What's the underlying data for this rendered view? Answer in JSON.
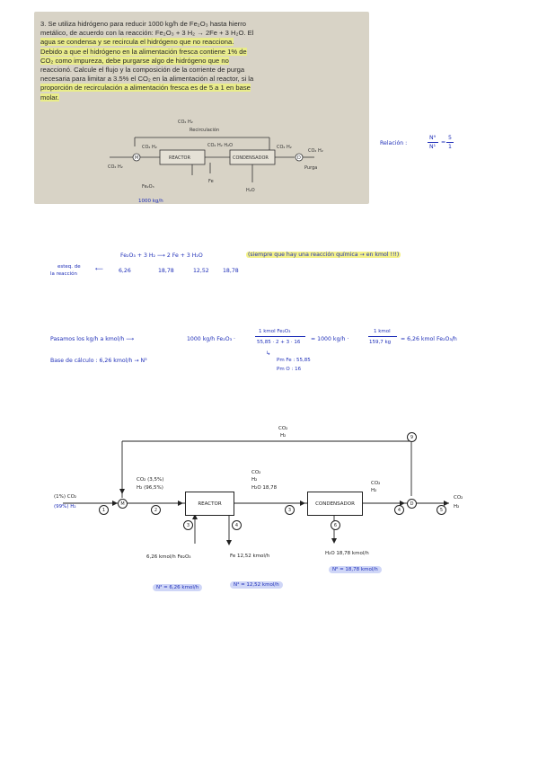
{
  "problem": {
    "number": "3.",
    "lines": [
      "Se utiliza hidrógeno para reducir 1000 kg/h de Fe₂O₃ hasta hierro",
      "metálico, de acuerdo con la reacción: Fe₂O₃ + 3 H₂ → 2Fe + 3 H₂O. El",
      "agua se condensa y se recircula el hidrógeno que no reacciona.",
      "Debido a que el hidrógeno en la alimentación fresca contiene 1% de",
      "CO₂ como impureza, debe purgarse algo de hidrógeno que no",
      "reaccionó. Calcule el flujo y la composición de la corriente de purga",
      "necesaria para limitar a 3.5% el CO₂ en la alimentación al reactor, si la",
      "proporción de recirculación a alimentación fresca es de 5 a 1 en base",
      "molar."
    ],
    "printed_diagram": {
      "recirc_label": "Recirculación",
      "recirc_top": "CO₂ H₂",
      "reactor": "REACTOR",
      "condensador": "CONDENSADOR",
      "feed": "CO₂ H₂",
      "fe2o3": "Fe₂O₃",
      "fe": "Fe",
      "h2o": "H₂O",
      "purga": "Purga",
      "mixer": "M",
      "divider": "D",
      "s2": "CO₂ H₂",
      "s3": "CO₂ H₂ H₂O",
      "s4": "CO₂ H₂",
      "s5": "CO₂ H₂"
    },
    "handwritten_under": "1000 kg/h"
  },
  "relacion": {
    "label": "Relación :",
    "num": "N⁹",
    "den": "N¹",
    "eq": "=",
    "rnum": "5",
    "rden": "1"
  },
  "stoich": {
    "equation": "Fe₂O₃  +  3 H₂  ⟶  2 Fe  +  3 H₂O",
    "note": "(siempre que hay una reacción química → en kmol !!!)",
    "side_label_1": "esteq. de",
    "side_label_2": "la reacción",
    "arrow": "⟵",
    "values": [
      "6,26",
      "18,78",
      "12,52",
      "18,78"
    ]
  },
  "conversion": {
    "text1": "Pasamos  los kg/h a kmol/h  ⟶",
    "text2": "1000 kg/h Fe₂O₃ ·",
    "frac1_num": "1 kmol Fe₂O₃",
    "frac1_den": "55,85 · 2 + 3 · 16",
    "text3": "= 1000 kg/h ·",
    "frac2_num": "1 kmol",
    "frac2_den": "159,7 kg",
    "result": "= 6,26 kmol Fe₂O₃/h",
    "base": "Base de cálculo :  6,26 kmol/h  →  N³",
    "pm_fe": "Pm Fe : 55,85",
    "pm_o": "Pm O : 16"
  },
  "diagram": {
    "recirc_top_1": "CO₂",
    "recirc_top_2": "H₂",
    "recirc_num": "9",
    "feed_1": "(1%) CO₂",
    "feed_2": "(99%) H₂",
    "s1": "1",
    "mixer": "M",
    "s2_1": "CO₂ (3,5%)",
    "s2_2": "H₂ (96,5%)",
    "s2_num": "2",
    "reactor": "REACTOR",
    "s3_1": "CO₂",
    "s3_2": "H₂",
    "s3_3": "H₂O  18,78",
    "s3_num": "3",
    "condensador": "CONDENSADOR",
    "s4_1": "CO₂",
    "s4_2": "H₂",
    "s4_num": "4",
    "divider": "D",
    "s5_1": "CO₂",
    "s5_2": "H₂",
    "s5_num": "5",
    "s_in": "3",
    "s_fe": "4",
    "s_h2o": "6",
    "fe2o3_flow": "6,26 kmol/h  Fe₂O₃",
    "fe_flow": "Fe  12,52 kmol/h",
    "h2o_flow": "H₂O  18,78 kmol/h",
    "n3": "N³ = 6,26 kmol/h",
    "n4": "N⁴ = 12,52 kmol/h",
    "n6": "N⁶ = 18,78 kmol/h"
  }
}
